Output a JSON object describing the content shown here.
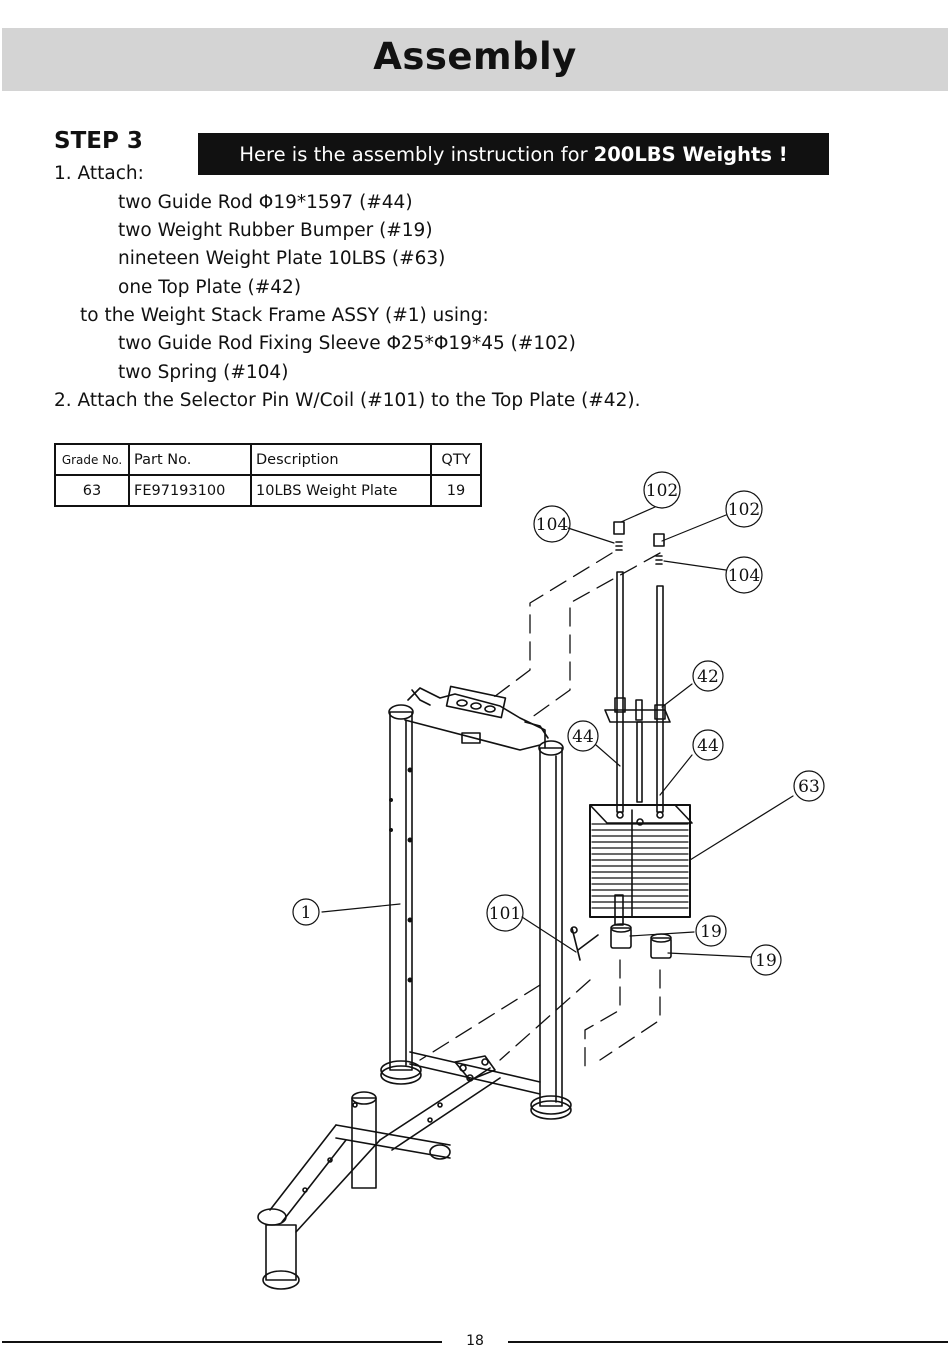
{
  "header": {
    "title": "Assembly"
  },
  "step": {
    "title": "STEP 3",
    "notice_prefix": "Here is the assembly instruction for",
    "notice_bold": "200LBS Weights !"
  },
  "instructions": [
    "1. Attach:",
    "two Guide Rod Φ19*1597 (#44)",
    "two Weight Rubber Bumper (#19)",
    "nineteen Weight Plate 10LBS (#63)",
    "one Top Plate (#42)",
    "to the Weight Stack Frame ASSY (#1) using:",
    "two Guide Rod Fixing Sleeve Φ25*Φ19*45 (#102)",
    "two Spring (#104)",
    "2. Attach the Selector Pin W/Coil (#101) to the Top Plate (#42)."
  ],
  "parts_table": {
    "headers": [
      "Grade No.",
      "Part No.",
      "Description",
      "QTY"
    ],
    "rows": [
      [
        "63",
        "FE97193100",
        "10LBS Weight Plate",
        "19"
      ]
    ]
  },
  "callouts": [
    "102",
    "102",
    "104",
    "104",
    "42",
    "44",
    "44",
    "63",
    "1",
    "101",
    "19",
    "19"
  ],
  "footer": {
    "page_number": "18"
  }
}
